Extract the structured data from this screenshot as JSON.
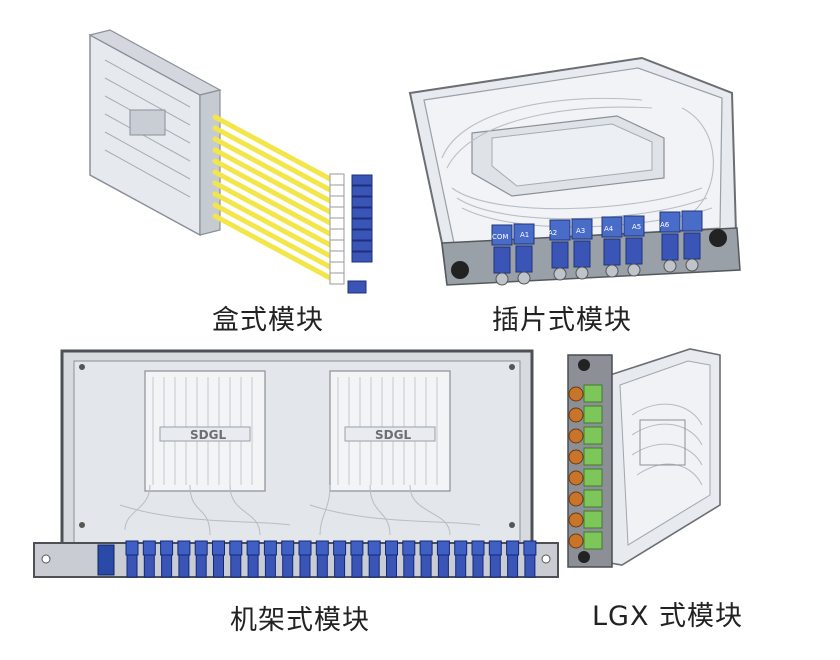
{
  "captions": {
    "box": "盒式模块",
    "insert": "插片式模块",
    "rack": "机架式模块",
    "lgx": "LGX 式模块"
  },
  "rack_brand": "SDGL",
  "insert_port_labels": [
    "COM",
    "A1",
    "A2",
    "A3",
    "A4",
    "A5",
    "A6"
  ],
  "colors": {
    "fiber_yellow": "#f3e64a",
    "connector_blue": "#3a55b5",
    "adapter_green": "#7cc65a",
    "connector_orange": "#c8742a",
    "housing_gray": "#d9dde2",
    "frame_dark": "#6b6f74"
  }
}
